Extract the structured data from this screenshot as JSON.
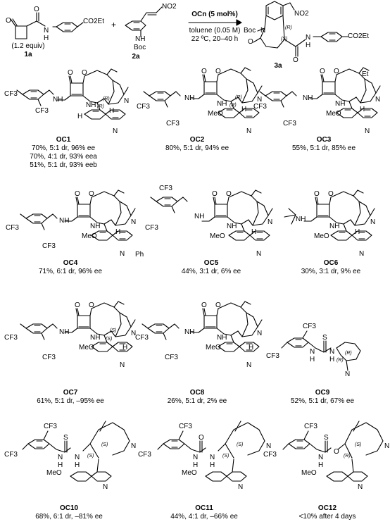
{
  "reaction": {
    "reagent1_equiv": "(1.2 equiv)",
    "reagent1_id": "1a",
    "reagent2_id": "2a",
    "product_id": "3a",
    "catalyst": "OCn (5 mol%)",
    "solvent": "toluene (0.05 M)",
    "conditions": "22 ºC, 20–40 h",
    "plus": "+"
  },
  "atoms": {
    "O": "O",
    "N": "N",
    "NH": "NH",
    "H": "H",
    "S": "S",
    "CF3": "CF3",
    "MeO": "MeO",
    "Boc": "Boc",
    "Ph": "Ph",
    "Et": "Et",
    "NO2": "NO2",
    "CO2Et": "CO2Et",
    "R": "(R)",
    "Sabs": "(S)"
  },
  "catalysts": [
    {
      "name": "OC1",
      "results": [
        "70%, 5:1 dr, 96% ee",
        "70%, 4:1 dr, 93% eea",
        "51%, 5:1 dr, 93% eeb"
      ]
    },
    {
      "name": "OC2",
      "results": [
        "80%, 5:1 dr, 94% ee"
      ]
    },
    {
      "name": "OC3",
      "results": [
        "55%, 5:1 dr, 85% ee"
      ]
    },
    {
      "name": "OC4",
      "results": [
        "71%, 6:1 dr, 96% ee"
      ]
    },
    {
      "name": "OC5",
      "results": [
        "44%, 3:1 dr, 6% ee"
      ]
    },
    {
      "name": "OC6",
      "results": [
        "30%, 3:1 dr, 9% ee"
      ]
    },
    {
      "name": "OC7",
      "results": [
        "61%, 5:1 dr, –95% ee"
      ]
    },
    {
      "name": "OC8",
      "results": [
        "26%, 5:1 dr, 2% ee"
      ]
    },
    {
      "name": "OC9",
      "results": [
        "52%, 5:1 dr, 67% ee"
      ]
    },
    {
      "name": "OC10",
      "results": [
        "68%, 6:1 dr, –81% ee"
      ]
    },
    {
      "name": "OC11",
      "results": [
        "44%, 4:1 dr, –66% ee"
      ]
    },
    {
      "name": "OC12",
      "results": [
        "<10% after 4 days"
      ]
    }
  ]
}
